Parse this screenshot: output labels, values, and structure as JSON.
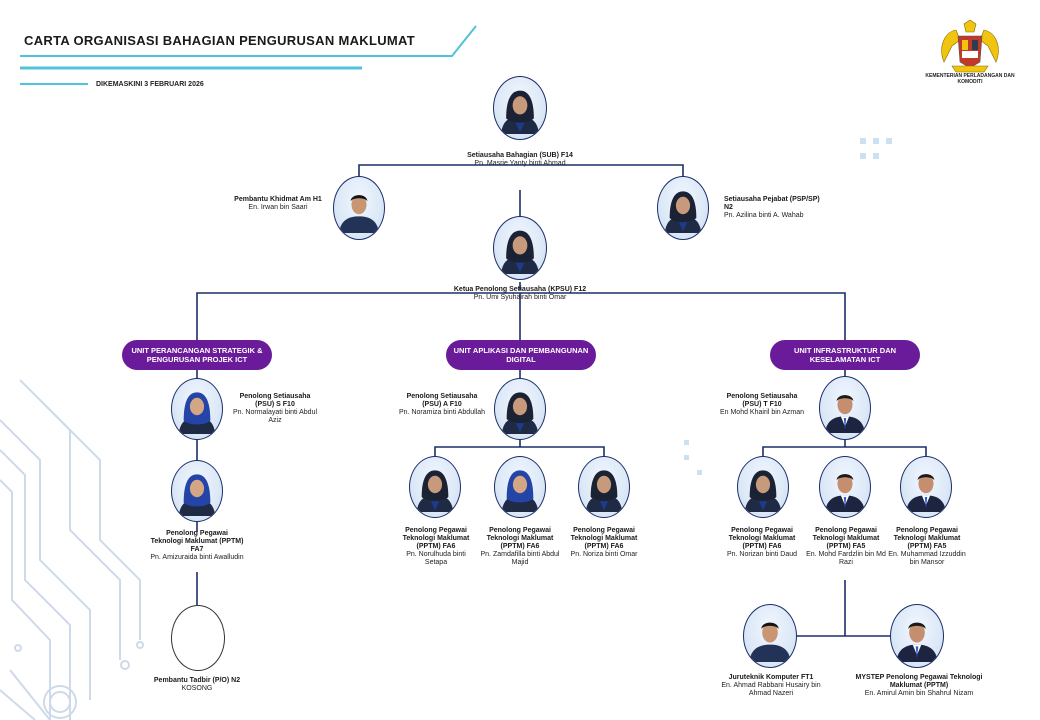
{
  "header": {
    "title": "CARTA ORGANISASI BAHAGIAN PENGURUSAN MAKLUMAT",
    "updated": "DIKEMASKINI  3  FEBRUARI  2026",
    "ministry": "KEMENTERIAN PERLADANGAN DAN KOMODITI"
  },
  "colors": {
    "line": "#1c2e6b",
    "unit_bg": "#6a1b9a",
    "accent": "#4fc3d9"
  },
  "people": {
    "sub": {
      "role": "Setiausaha Bahagian (SUB) F14",
      "name": "Pn. Masrie Yanty binti Ahmad"
    },
    "pka": {
      "role": "Pembantu  Khidmat  Am H1",
      "name": "En. Irwan bin Saari"
    },
    "psp": {
      "role": "Setiausaha Pejabat (PSP/SP) N2",
      "name": "Pn. Azilina binti A. Wahab"
    },
    "kpsu": {
      "role": "Ketua Penolong Setiausaha (KPSU) F12",
      "name": "Pn. Umi Syuhairah binti Omar"
    },
    "psu_s": {
      "role": "Penolong Setiausaha (PSU) S F10",
      "name": "Pn. Normalayati binti Abdul Aziz"
    },
    "pptm_s": {
      "role": "Penolong Pegawai Teknologi Maklumat (PPTM) FA7",
      "name": "Pn. Amizuraida binti Awalludin"
    },
    "pt": {
      "role": "Pembantu Tadbir (P/O) N2",
      "name": "KOSONG"
    },
    "psu_a": {
      "role": "Penolong Setiausaha (PSU) A F10",
      "name": "Pn. Noramiza binti Abdullah"
    },
    "pptm_a1": {
      "role": "Penolong Pegawai Teknologi Maklumat (PPTM) FA6",
      "name": "Pn. Norulhuda binti Setapa"
    },
    "pptm_a2": {
      "role": "Penolong Pegawai Teknologi Maklumat (PPTM) FA6",
      "name": "Pn. Zamdafilla binti Abdul Majid"
    },
    "pptm_a3": {
      "role": "Penolong Pegawai Teknologi Maklumat (PPTM) FA6",
      "name": "Pn. Noriza binti Omar"
    },
    "psu_t": {
      "role": "Penolong Setiausaha (PSU) T F10",
      "name": "En Mohd Khairil bin Azman"
    },
    "pptm_t1": {
      "role": "Penolong Pegawai Teknologi Maklumat (PPTM) FA6",
      "name": "Pn. Norizan binti Daud"
    },
    "pptm_t2": {
      "role": "Penolong Pegawai Teknologi Maklumat (PPTM) FA5",
      "name": "En. Mohd Fardzlin bin Md Razi"
    },
    "pptm_t3": {
      "role": "Penolong Pegawai Teknologi Maklumat (PPTM) FA5",
      "name": "En. Muhammad Izzuddin bin Mansor"
    },
    "jk": {
      "role": "Juruteknik Komputer FT1",
      "name": "En. Ahmad Rabbani  Husairy bin Ahmad Nazeri"
    },
    "mystep": {
      "role": "MYSTEP Penolong Pegawai Teknologi Maklumat (PPTM)",
      "name": "En. Amirul Amin bin Shahrul Nizam"
    }
  },
  "units": {
    "perancangan": "UNIT PERANCANGAN STRATEGIK & PENGURUSAN PROJEK ICT",
    "aplikasi": "UNIT APLIKASI DAN PEMBANGUNAN DIGITAL",
    "infrastruktur": "UNIT INFRASTRUKTUR DAN KESELAMATAN ICT"
  }
}
